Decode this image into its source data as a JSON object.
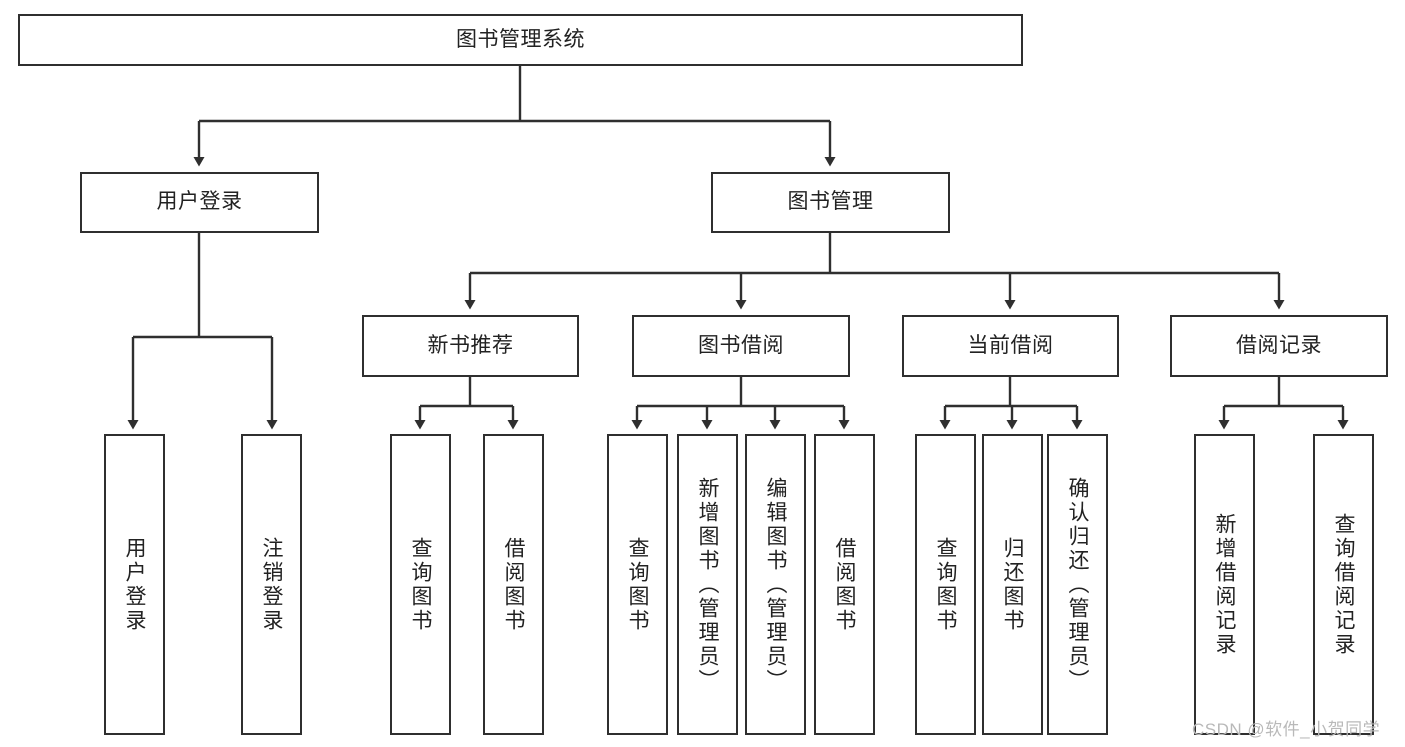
{
  "diagram": {
    "title": "图书管理系统",
    "type": "tree-hierarchy",
    "style": {
      "box_border": "#2f2f2f",
      "box_fill": "#ffffff",
      "text_color": "#222222",
      "connector_color": "#2f2f2f",
      "background": "#ffffff"
    },
    "root": {
      "label": "图书管理系统"
    },
    "level2": [
      {
        "label": "用户登录"
      },
      {
        "label": "图书管理"
      }
    ],
    "level3": [
      {
        "label": "新书推荐"
      },
      {
        "label": "图书借阅"
      },
      {
        "label": "当前借阅"
      },
      {
        "label": "借阅记录"
      }
    ],
    "leaves": {
      "user_login": [
        {
          "label": "用户登录"
        },
        {
          "label": "注销登录"
        }
      ],
      "new_book": [
        {
          "label": "查询图书"
        },
        {
          "label": "借阅图书"
        }
      ],
      "book_borrow": [
        {
          "label": "查询图书"
        },
        {
          "label": "新增图书（管理员）"
        },
        {
          "label": "编辑图书（管理员）"
        },
        {
          "label": "借阅图书"
        }
      ],
      "current_borrow": [
        {
          "label": "查询图书"
        },
        {
          "label": "归还图书"
        },
        {
          "label": "确认归还（管理员）"
        }
      ],
      "borrow_record": [
        {
          "label": "新增借阅记录"
        },
        {
          "label": "查询借阅记录"
        }
      ]
    }
  },
  "watermark": {
    "text": "CSDN @软件_小贺同学"
  }
}
